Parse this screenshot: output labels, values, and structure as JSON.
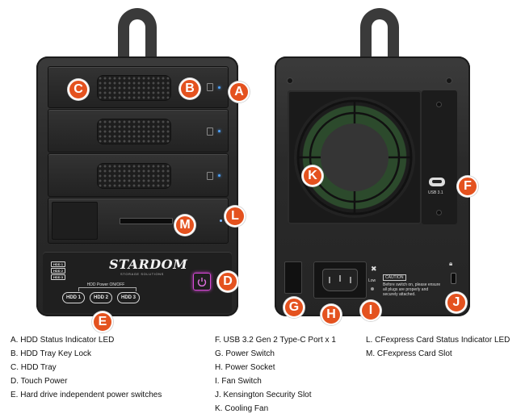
{
  "front": {
    "brand": "STARDOM",
    "brand_sub": "STORAGE SOLUTIONS",
    "power_label": "HDD Power ON/OFF",
    "hdd_buttons": [
      "HDD 1",
      "HDD 2",
      "HDD 3"
    ],
    "status_leds": [
      "HDD 1",
      "HDD 2",
      "HDD 3"
    ]
  },
  "back": {
    "usb_label": "USB 3.1",
    "caution_title": "CAUTION",
    "caution_text": "Before switch on, please ensure all plugs are properly and securely attached.",
    "fan_switch_low": "Low"
  },
  "callouts": {
    "A": "A",
    "B": "B",
    "C": "C",
    "D": "D",
    "E": "E",
    "F": "F",
    "G": "G",
    "H": "H",
    "I": "I",
    "J": "J",
    "K": "K",
    "L": "L",
    "M": "M"
  },
  "legend": {
    "col1": [
      "A. HDD Status Indicator LED",
      "B. HDD Tray Key Lock",
      "C. HDD Tray",
      "D. Touch Power",
      "E. Hard drive independent power switches"
    ],
    "col2": [
      "F. USB 3.2 Gen 2 Type-C Port x 1",
      "G. Power Switch",
      "H. Power Socket",
      "I. Fan Switch",
      "J. Kensington Security Slot",
      "K. Cooling Fan"
    ],
    "col3": [
      "L. CFexpress Card Status Indicator LED",
      "M. CFexpress Card Slot"
    ]
  },
  "colors": {
    "callout": "#e4521f",
    "led": "#4ea3ff",
    "touch_power": "#d648d6"
  }
}
